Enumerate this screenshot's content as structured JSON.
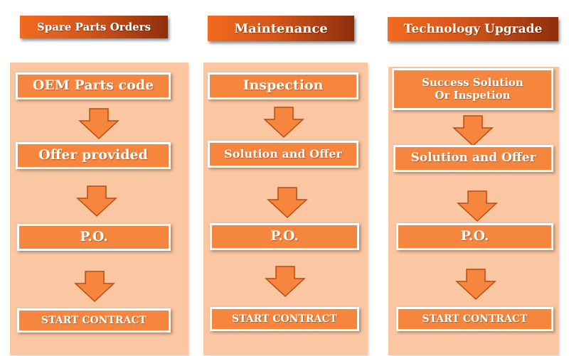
{
  "columns": [
    {
      "header": "Spare Parts Orders",
      "steps": [
        "OEM Parts code",
        "Offer provided",
        "P.O.",
        "START CONTRACT"
      ]
    },
    {
      "header": "Maintenance",
      "steps": [
        "Inspection",
        "Solution and Offer",
        "P.O.",
        "START CONTRACT"
      ]
    },
    {
      "header": "Technology Upgrade",
      "steps": [
        "Success Solution",
        "Or Inspetion",
        "Solution and Offer",
        "P.O.",
        "START CONTRACT"
      ]
    }
  ],
  "colors": {
    "panel": "#fbc7a2",
    "box": "#f6853d",
    "arrow": "#f6853d",
    "header_start": "#f26a1e",
    "header_end": "#8e2f0c"
  }
}
